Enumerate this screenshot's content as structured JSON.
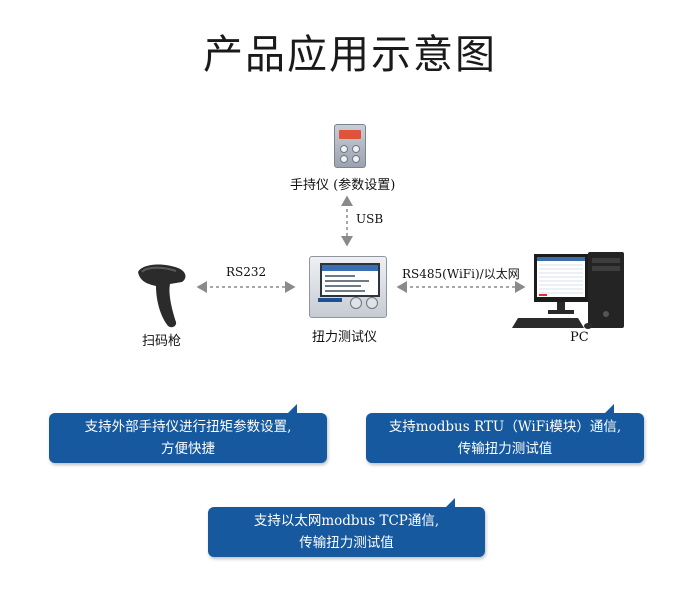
{
  "title": "产品应用示意图",
  "devices": {
    "handheld": "手持仪 (参数设置)",
    "scanner": "扫码枪",
    "tester": "扭力测试仪",
    "pc": "PC"
  },
  "connections": {
    "usb": "USB",
    "rs232": "RS232",
    "rs485": "RS485(WiFi)/以太网"
  },
  "callouts": {
    "handheld_line1": "支持外部手持仪进行扭矩参数设置,",
    "handheld_line2": "方便快捷",
    "modbus_rtu_line1": "支持modbus RTU（WiFi模块）通信,",
    "modbus_rtu_line2": "传输扭力测试值",
    "modbus_tcp_line1": "支持以太网modbus TCP通信,",
    "modbus_tcp_line2": "传输扭力测试值"
  },
  "colors": {
    "callout_bg": "#16599f",
    "arrow_gray": "#8a8a8a"
  }
}
